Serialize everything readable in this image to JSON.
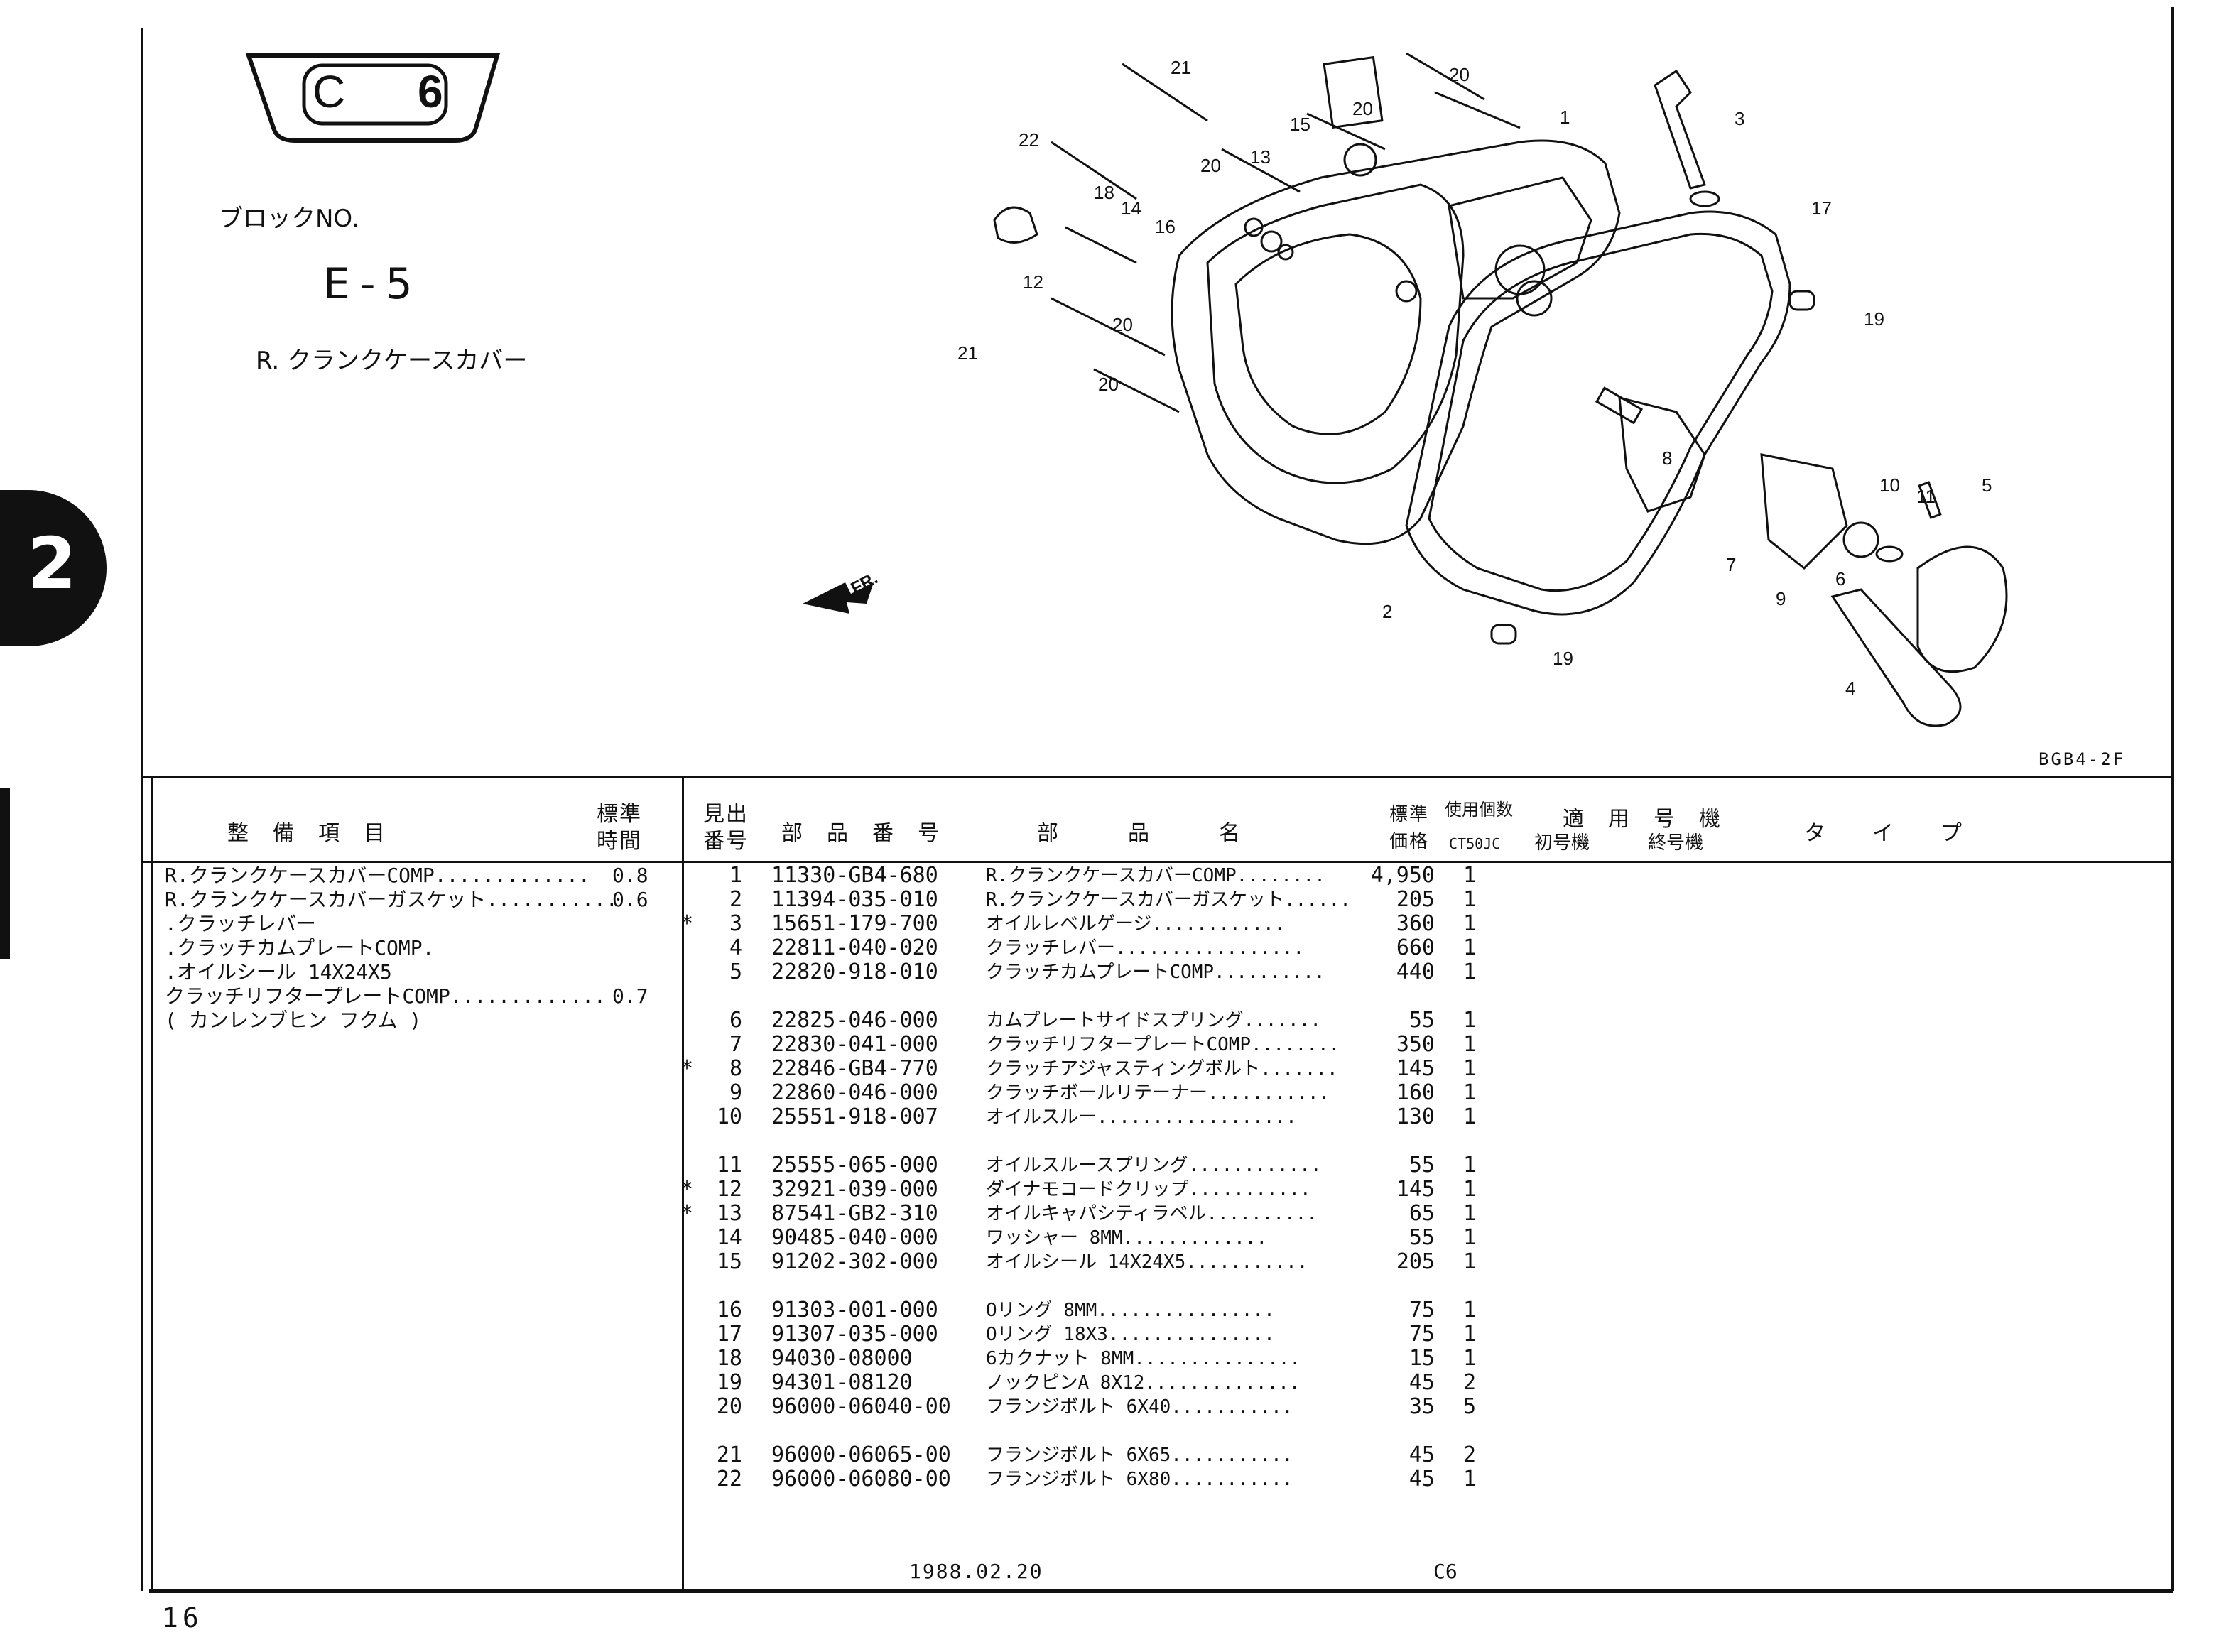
{
  "header": {
    "section_code_letter": "C",
    "section_code_number": "6",
    "block_label": "ブロックNO.",
    "block_no": "E-5",
    "block_title": "R. クランクケースカバー",
    "tab_number": "2",
    "diagram_ref": "BGB4-2F",
    "front_label": "FR."
  },
  "table_headers": {
    "service_item": "整　備　項　目",
    "standard_time": "標準\n時間",
    "ref_no": "見出\n番号",
    "part_number": "部　品　番　号",
    "part_name": "部　　　品　　　名",
    "std_price": "標準\n価格",
    "qty_used": "使用個数",
    "qty_model": "CT50JC",
    "applicable": "適　用　号　機",
    "first_serial": "初号機",
    "last_serial": "終号機",
    "type": "タ　　イ　　プ"
  },
  "service_items": [
    {
      "name": "R.クランクケースカバーCOMP.............",
      "time": "0.8"
    },
    {
      "name": "R.クランクケースカバーガスケット...........",
      "time": "0.6"
    },
    {
      "name": ".クラッチレバー",
      "time": ""
    },
    {
      "name": ".クラッチカムプレートCOMP.",
      "time": ""
    },
    {
      "name": ".オイルシール 14X24X5",
      "time": ""
    },
    {
      "name": "クラッチリフタープレートCOMP.............",
      "time": "0.7"
    },
    {
      "name": "( カンレンブヒン フクム )",
      "time": ""
    }
  ],
  "parts": [
    {
      "mark": "",
      "ref": "1",
      "part_no": "11330-GB4-680",
      "name": "R.クランクケースカバーCOMP........",
      "price": "4,950",
      "qty": "1"
    },
    {
      "mark": "",
      "ref": "2",
      "part_no": "11394-035-010",
      "name": "R.クランクケースカバーガスケット......",
      "price": "205",
      "qty": "1"
    },
    {
      "mark": "*",
      "ref": "3",
      "part_no": "15651-179-700",
      "name": "オイルレベルゲージ............",
      "price": "360",
      "qty": "1"
    },
    {
      "mark": "",
      "ref": "4",
      "part_no": "22811-040-020",
      "name": "クラッチレバー.................",
      "price": "660",
      "qty": "1"
    },
    {
      "mark": "",
      "ref": "5",
      "part_no": "22820-918-010",
      "name": "クラッチカムプレートCOMP..........",
      "price": "440",
      "qty": "1"
    },
    {
      "mark": "",
      "ref": "6",
      "part_no": "22825-046-000",
      "name": "カムプレートサイドスプリング.......",
      "price": "55",
      "qty": "1"
    },
    {
      "mark": "",
      "ref": "7",
      "part_no": "22830-041-000",
      "name": "クラッチリフタープレートCOMP........",
      "price": "350",
      "qty": "1"
    },
    {
      "mark": "*",
      "ref": "8",
      "part_no": "22846-GB4-770",
      "name": "クラッチアジャスティングボルト.......",
      "price": "145",
      "qty": "1"
    },
    {
      "mark": "",
      "ref": "9",
      "part_no": "22860-046-000",
      "name": "クラッチボールリテーナー...........",
      "price": "160",
      "qty": "1"
    },
    {
      "mark": "",
      "ref": "10",
      "part_no": "25551-918-007",
      "name": "オイルスルー..................",
      "price": "130",
      "qty": "1"
    },
    {
      "mark": "",
      "ref": "11",
      "part_no": "25555-065-000",
      "name": "オイルスルースプリング............",
      "price": "55",
      "qty": "1"
    },
    {
      "mark": "*",
      "ref": "12",
      "part_no": "32921-039-000",
      "name": "ダイナモコードクリップ...........",
      "price": "145",
      "qty": "1"
    },
    {
      "mark": "*",
      "ref": "13",
      "part_no": "87541-GB2-310",
      "name": "オイルキャパシティラベル..........",
      "price": "65",
      "qty": "1"
    },
    {
      "mark": "",
      "ref": "14",
      "part_no": "90485-040-000",
      "name": "ワッシャー 8MM.............",
      "price": "55",
      "qty": "1"
    },
    {
      "mark": "",
      "ref": "15",
      "part_no": "91202-302-000",
      "name": "オイルシール 14X24X5...........",
      "price": "205",
      "qty": "1"
    },
    {
      "mark": "",
      "ref": "16",
      "part_no": "91303-001-000",
      "name": "Oリング 8MM................",
      "price": "75",
      "qty": "1"
    },
    {
      "mark": "",
      "ref": "17",
      "part_no": "91307-035-000",
      "name": "Oリング 18X3...............",
      "price": "75",
      "qty": "1"
    },
    {
      "mark": "",
      "ref": "18",
      "part_no": "94030-08000",
      "name": "6カクナット 8MM...............",
      "price": "15",
      "qty": "1"
    },
    {
      "mark": "",
      "ref": "19",
      "part_no": "94301-08120",
      "name": "ノックピンA 8X12..............",
      "price": "45",
      "qty": "2"
    },
    {
      "mark": "",
      "ref": "20",
      "part_no": "96000-06040-00",
      "name": "フランジボルト 6X40...........",
      "price": "35",
      "qty": "5"
    },
    {
      "mark": "",
      "ref": "21",
      "part_no": "96000-06065-00",
      "name": "フランジボルト 6X65...........",
      "price": "45",
      "qty": "2"
    },
    {
      "mark": "",
      "ref": "22",
      "part_no": "96000-06080-00",
      "name": "フランジボルト 6X80...........",
      "price": "45",
      "qty": "1"
    }
  ],
  "footer": {
    "date": "1988.02.20",
    "code": "C6",
    "page": "16"
  },
  "callouts": [
    "1",
    "2",
    "3",
    "4",
    "5",
    "6",
    "7",
    "8",
    "9",
    "10",
    "11",
    "12",
    "13",
    "14",
    "15",
    "16",
    "17",
    "18",
    "19",
    "19",
    "20",
    "20",
    "20",
    "20",
    "20",
    "21",
    "21",
    "22"
  ]
}
